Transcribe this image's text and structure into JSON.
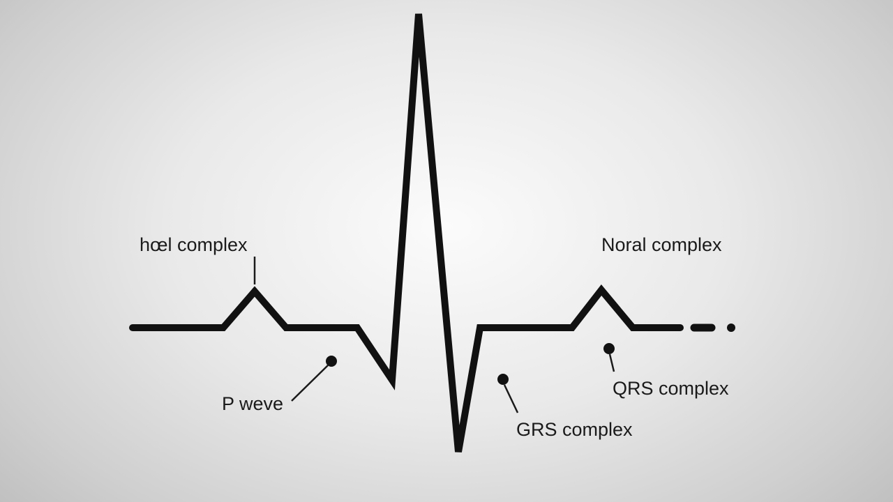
{
  "colors": {
    "trace": "#111111",
    "text": "#1a1a1a"
  },
  "labels": {
    "top_left": "hœl complex",
    "top_right": "Noral complex",
    "p_wave": "P weve",
    "qrs_center": "GRS complex",
    "qrs_right": "QRS complex"
  }
}
